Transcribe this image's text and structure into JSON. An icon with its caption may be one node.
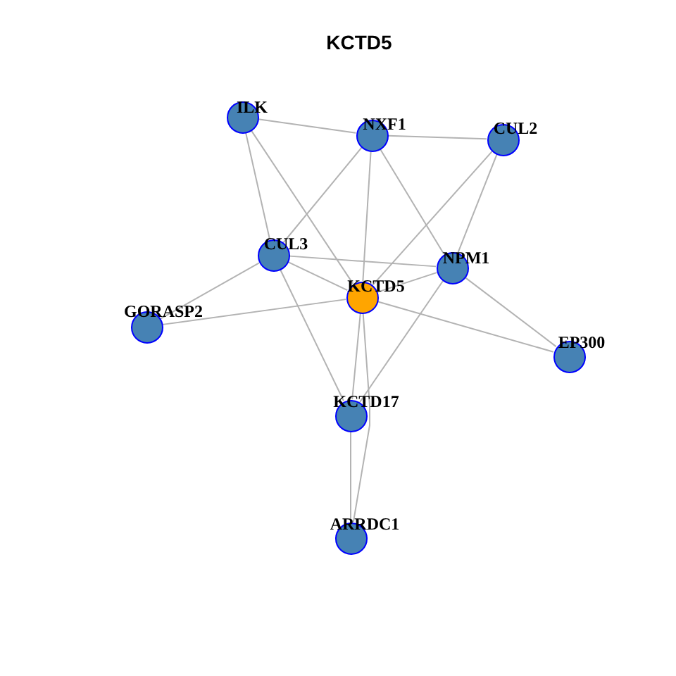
{
  "diagram": {
    "title": "KCTD5",
    "nodes": [
      {
        "text": [
          "ILK"
        ]
      },
      {
        "text": [
          "NXF1"
        ]
      },
      {
        "text": [
          "CUL2"
        ]
      },
      {
        "text": [
          "CUL3"
        ]
      },
      {
        "text": [
          "NPM1"
        ]
      },
      {
        "text": [
          "KCTD5"
        ]
      },
      {
        "text": [
          "GORASP2"
        ]
      },
      {
        "text": [
          "EP300"
        ]
      },
      {
        "text": [
          "KCTD17"
        ]
      },
      {
        "text": [
          "ARRDC1"
        ]
      }
    ],
    "edges": [
      {
        "from": 0,
        "to": 1,
        "arrow": "none"
      },
      {
        "from": 0,
        "to": 3,
        "arrow": "none"
      },
      {
        "from": 0,
        "to": 5,
        "arrow": "none"
      },
      {
        "from": 1,
        "to": 2,
        "arrow": "none"
      },
      {
        "from": 1,
        "to": 3,
        "arrow": "none"
      },
      {
        "from": 1,
        "to": 5,
        "arrow": "none"
      },
      {
        "from": 1,
        "to": 4,
        "arrow": "none"
      },
      {
        "from": 2,
        "to": 5,
        "arrow": "none"
      },
      {
        "from": 2,
        "to": 4,
        "arrow": "none"
      },
      {
        "from": 3,
        "to": 4,
        "arrow": "none"
      },
      {
        "from": 3,
        "to": 5,
        "arrow": "none"
      },
      {
        "from": 3,
        "to": 6,
        "arrow": "none"
      },
      {
        "from": 3,
        "to": 8,
        "arrow": "none"
      },
      {
        "from": 4,
        "to": 5,
        "arrow": "none"
      },
      {
        "from": 4,
        "to": 7,
        "arrow": "none"
      },
      {
        "from": 4,
        "to": 8,
        "arrow": "none"
      },
      {
        "from": 5,
        "to": 6,
        "arrow": "none"
      },
      {
        "from": 5,
        "to": 7,
        "arrow": "none"
      },
      {
        "from": 5,
        "to": 8,
        "arrow": "none"
      },
      {
        "from": 5,
        "to": 9,
        "arrow": "none"
      },
      {
        "from": 8,
        "to": 9,
        "arrow": "none"
      }
    ]
  }
}
